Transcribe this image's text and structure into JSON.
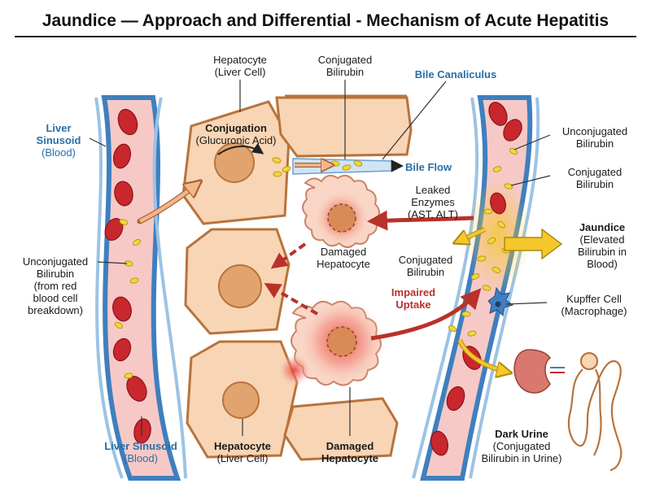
{
  "title": "Jaundice — Approach and Differential - Mechanism of Acute Hepatitis",
  "labels": {
    "hepatocyte_top": [
      "Hepatocyte",
      "(Liver Cell)"
    ],
    "conjugated_top": [
      "Conjugated",
      "Bilirubin"
    ],
    "bile_canaliculus": "Bile Canaliculus",
    "liver_sinusoid_left": [
      "Liver",
      "Sinusoid",
      "(Blood)"
    ],
    "conjugation": "Conjugation",
    "glucuronic_acid": "(Glucuronic Acid)",
    "bile_flow": "Bile Flow",
    "unconjugated_right": [
      "Unconjugated",
      "Bilirubin"
    ],
    "conjugated_right": [
      "Conjugated",
      "Bilirubin"
    ],
    "leaked_enzymes": [
      "Leaked",
      "Enzymes",
      "(AST, ALT)"
    ],
    "damaged_hepatocyte_mid": [
      "Damaged",
      "Hepatocyte"
    ],
    "conjugated_mid": [
      "Conjugated",
      "Bilirubin"
    ],
    "jaundice_title": "Jaundice",
    "jaundice_desc": [
      "(Elevated",
      "Bilirubin in",
      "Blood)"
    ],
    "unconjugated_left": [
      "Unconjugated",
      "Bilirubin",
      "(from red",
      "blood cell",
      "breakdown)"
    ],
    "impaired_uptake": [
      "Impaired",
      "Uptake"
    ],
    "kupffer_cell": [
      "Kupffer Cell",
      "(Macrophage)"
    ],
    "liver_sinusoid_bottom_title": "Liver Sinusoid",
    "liver_sinusoid_bottom_sub": "(Blood)",
    "hepatocyte_bottom_title": "Hepatocyte",
    "hepatocyte_bottom_sub": "(Liver Cell)",
    "damaged_hepatocyte_bottom": [
      "Damaged",
      "Hepatocyte"
    ],
    "dark_urine_title": "Dark Urine",
    "dark_urine_desc": [
      "(Conjugated",
      "Bilirubin in Urine)"
    ]
  },
  "colors": {
    "vessel_wall": "#3f7fbf",
    "plasma": "#f6c9c7",
    "rbc": "#c8272d",
    "hepatocyte_fill": "#f8d5b5",
    "hepatocyte_stroke": "#b8733c",
    "nucleus": "#e2a46e",
    "bilirubin": "#f4d63a",
    "damage_red": "#e23c32",
    "jaundice_yellow": "#f4c72a",
    "kidney": "#d9786e"
  }
}
